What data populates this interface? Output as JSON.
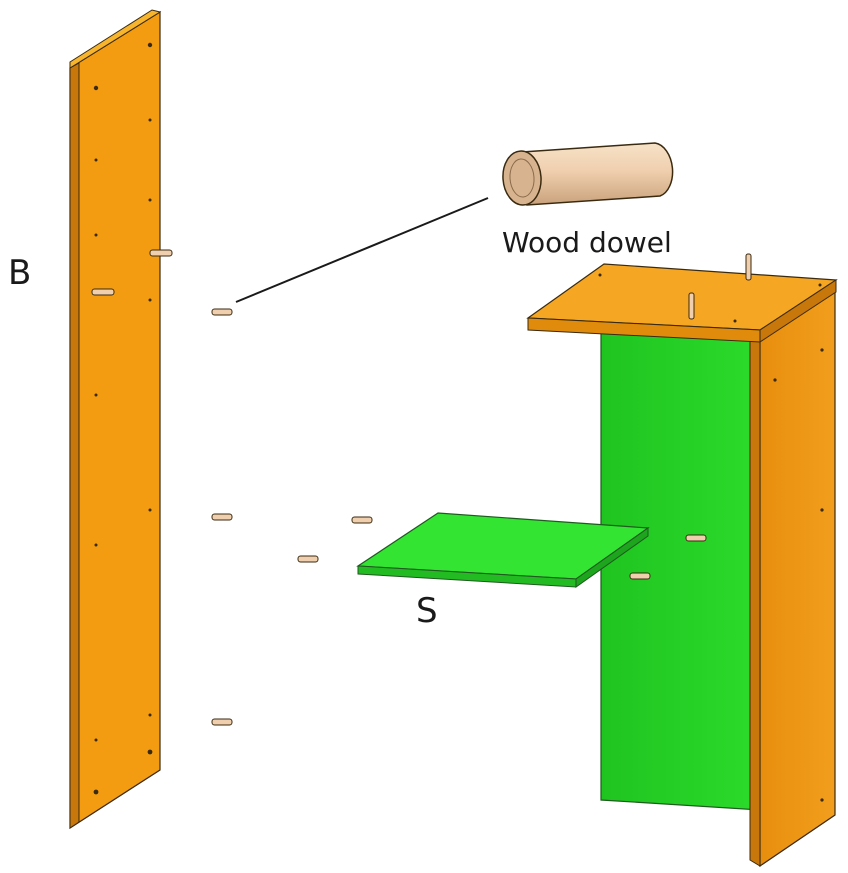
{
  "labels": {
    "panel_b": "B",
    "dowel": "Wood dowel",
    "shelf_s": "S"
  },
  "colors": {
    "panel_orange": "#F39C12",
    "panel_orange_dark": "#C8770A",
    "panel_orange_light": "#F7B52E",
    "shelf_green": "#2EE02E",
    "back_green": "#22CC22",
    "dowel_wood": "#F0CFAE",
    "outline": "#3a2a10"
  }
}
